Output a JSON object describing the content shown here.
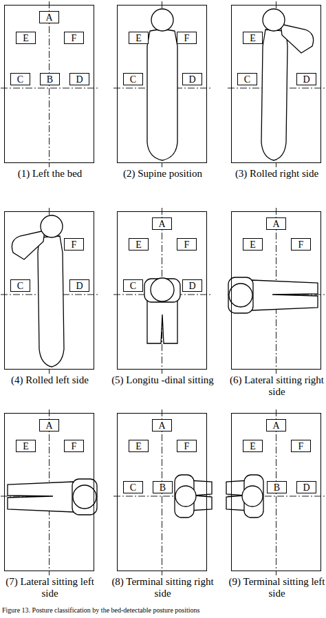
{
  "diagram": {
    "caption": "Figure 13. Posture classification by the bed-detectable posture positions",
    "nodes": [
      {
        "text": [
          "(1) Left the bed"
        ]
      },
      {
        "text": [
          "A"
        ],
        "in": 0
      },
      {
        "text": [
          "E"
        ],
        "in": 0
      },
      {
        "text": [
          "F"
        ],
        "in": 0
      },
      {
        "text": [
          "C"
        ],
        "in": 0
      },
      {
        "text": [
          "B"
        ],
        "in": 0
      },
      {
        "text": [
          "D"
        ],
        "in": 0
      },
      {
        "text": [
          "(2) Supine position"
        ]
      },
      {
        "text": [
          "E"
        ],
        "in": 7
      },
      {
        "text": [
          "F"
        ],
        "in": 7
      },
      {
        "text": [
          "C"
        ],
        "in": 7
      },
      {
        "text": [
          "D"
        ],
        "in": 7
      },
      {
        "text": [
          "(3) Rolled right side"
        ]
      },
      {
        "text": [
          "E"
        ],
        "in": 12
      },
      {
        "text": [
          "C"
        ],
        "in": 12
      },
      {
        "text": [
          "D"
        ],
        "in": 12
      },
      {
        "text": [
          "(4) Rolled left side"
        ]
      },
      {
        "text": [
          "F"
        ],
        "in": 16
      },
      {
        "text": [
          "C"
        ],
        "in": 16
      },
      {
        "text": [
          "D"
        ],
        "in": 16
      },
      {
        "text": [
          "(5) Longitu -dinal sitting"
        ]
      },
      {
        "text": [
          "A"
        ],
        "in": 20
      },
      {
        "text": [
          "E"
        ],
        "in": 20
      },
      {
        "text": [
          "F"
        ],
        "in": 20
      },
      {
        "text": [
          "C"
        ],
        "in": 20
      },
      {
        "text": [
          "D"
        ],
        "in": 20
      },
      {
        "text": [
          "(6) Lateral sitting right side"
        ]
      },
      {
        "text": [
          "A"
        ],
        "in": 26
      },
      {
        "text": [
          "E"
        ],
        "in": 26
      },
      {
        "text": [
          "F"
        ],
        "in": 26
      },
      {
        "text": [
          "(7) Lateral sitting left side"
        ]
      },
      {
        "text": [
          "A"
        ],
        "in": 30
      },
      {
        "text": [
          "E"
        ],
        "in": 30
      },
      {
        "text": [
          "F"
        ],
        "in": 30
      },
      {
        "text": [
          "(8) Terminal sitting right side"
        ]
      },
      {
        "text": [
          "A"
        ],
        "in": 34
      },
      {
        "text": [
          "E"
        ],
        "in": 34
      },
      {
        "text": [
          "F"
        ],
        "in": 34
      },
      {
        "text": [
          "C"
        ],
        "in": 34
      },
      {
        "text": [
          "B"
        ],
        "in": 34
      },
      {
        "text": [
          "(9) Terminal sitting left side"
        ]
      },
      {
        "text": [
          "A"
        ],
        "in": 40
      },
      {
        "text": [
          "E"
        ],
        "in": 40
      },
      {
        "text": [
          "F"
        ],
        "in": 40
      },
      {
        "text": [
          "B"
        ],
        "in": 40
      },
      {
        "text": [
          "D"
        ],
        "in": 40
      }
    ]
  }
}
